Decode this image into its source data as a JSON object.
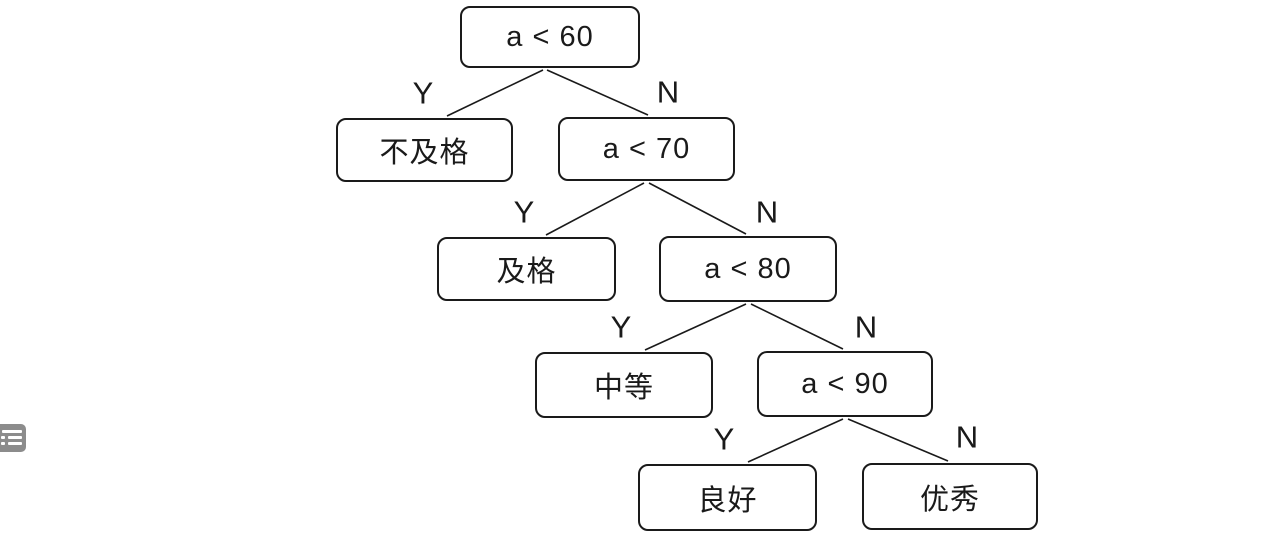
{
  "tree": {
    "description": "score grading decision tree",
    "nodes": [
      {
        "id": "q60",
        "label": "a < 60",
        "type": "decision"
      },
      {
        "id": "fail",
        "label": "不及格",
        "type": "leaf"
      },
      {
        "id": "q70",
        "label": "a < 70",
        "type": "decision"
      },
      {
        "id": "pass",
        "label": "及格",
        "type": "leaf"
      },
      {
        "id": "q80",
        "label": "a < 80",
        "type": "decision"
      },
      {
        "id": "medium",
        "label": "中等",
        "type": "leaf"
      },
      {
        "id": "q90",
        "label": "a < 90",
        "type": "decision"
      },
      {
        "id": "good",
        "label": "良好",
        "type": "leaf"
      },
      {
        "id": "excellent",
        "label": "优秀",
        "type": "leaf"
      }
    ],
    "edges": [
      {
        "from": "a < 60",
        "to": "不及格",
        "label": "Y"
      },
      {
        "from": "a < 60",
        "to": "a < 70",
        "label": "N"
      },
      {
        "from": "a < 70",
        "to": "及格",
        "label": "Y"
      },
      {
        "from": "a < 70",
        "to": "a < 80",
        "label": "N"
      },
      {
        "from": "a < 80",
        "to": "中等",
        "label": "Y"
      },
      {
        "from": "a < 80",
        "to": "a < 90",
        "label": "N"
      },
      {
        "from": "a < 90",
        "to": "良好",
        "label": "Y"
      },
      {
        "from": "a < 90",
        "to": "优秀",
        "label": "N"
      }
    ]
  },
  "icons": {
    "list": "list-icon"
  },
  "colors": {
    "background": "#ffffff",
    "node_fill": "#ffffff",
    "node_border": "#1a1a1a",
    "text": "#1a1a1a",
    "line": "#1a1a1a",
    "icon_bg": "#8c8c8c"
  }
}
